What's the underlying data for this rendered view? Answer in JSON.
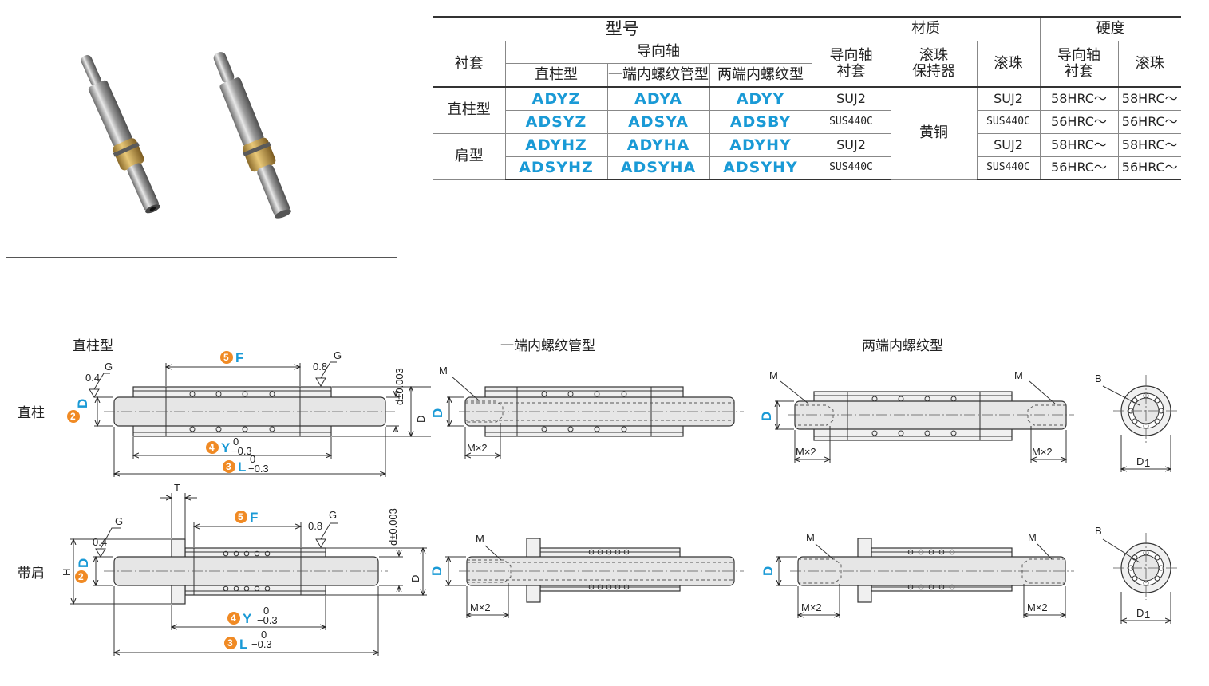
{
  "table": {
    "h_model": "型号",
    "h_material": "材质",
    "h_hardness": "硬度",
    "h_bushing": "衬套",
    "h_guide_shaft": "导向轴",
    "h_straight": "直柱型",
    "h_one_end": "一端内螺纹管型",
    "h_both_ends": "两端内螺纹型",
    "h_mat_shaft_bushing_1": "导向轴",
    "h_mat_shaft_bushing_2": "衬套",
    "h_mat_retainer_1": "滚珠",
    "h_mat_retainer_2": "保持器",
    "h_mat_ball": "滚珠",
    "h_hard_shaft_bushing_1": "导向轴",
    "h_hard_shaft_bushing_2": "衬套",
    "h_hard_ball": "滚珠",
    "row_straight": "直柱型",
    "row_shoulder": "肩型",
    "retainer_material": "黄铜",
    "rows": [
      {
        "c1": "ADYZ",
        "c2": "ADYA",
        "c3": "ADYY",
        "m1": "SUJ2",
        "m3": "SUJ2",
        "h1": "58HRC～",
        "h2": "58HRC～"
      },
      {
        "c1": "ADSYZ",
        "c2": "ADSYA",
        "c3": "ADSBY",
        "m1": "SUS440C",
        "m3": "SUS440C",
        "h1": "56HRC～",
        "h2": "56HRC～"
      },
      {
        "c1": "ADYHZ",
        "c2": "ADYHA",
        "c3": "ADYHY",
        "m1": "SUJ2",
        "m3": "SUJ2",
        "h1": "58HRC～",
        "h2": "58HRC～"
      },
      {
        "c1": "ADSYHZ",
        "c2": "ADSYHA",
        "c3": "ADSYHY",
        "m1": "SUS440C",
        "m3": "SUS440C",
        "h1": "56HRC～",
        "h2": "56HRC～"
      }
    ]
  },
  "drawings": {
    "title_straight": "直柱型",
    "title_one_end": "一端内螺纹管型",
    "title_both_ends": "两端内螺纹型",
    "row_straight": "直柱",
    "row_shoulder": "带肩",
    "dim_F": "F",
    "dim_D": "D",
    "dim_Y": "Y",
    "dim_L": "L",
    "dim_D1": "D",
    "dim_d": "d±0.003",
    "dim_G": "G",
    "dim_04": "0.4",
    "dim_08": "0.8",
    "dim_T": "T",
    "dim_H": "H",
    "dim_M": "M",
    "dim_Mx2": "M×2",
    "dim_B": "B",
    "tol_upper": "0",
    "tol_lower": "−0.3",
    "num_2": "2",
    "num_3": "3",
    "num_4": "4",
    "num_5": "5",
    "sub_1": "1"
  },
  "colors": {
    "accent": "#1a9ad6",
    "badge": "#f08a24"
  }
}
